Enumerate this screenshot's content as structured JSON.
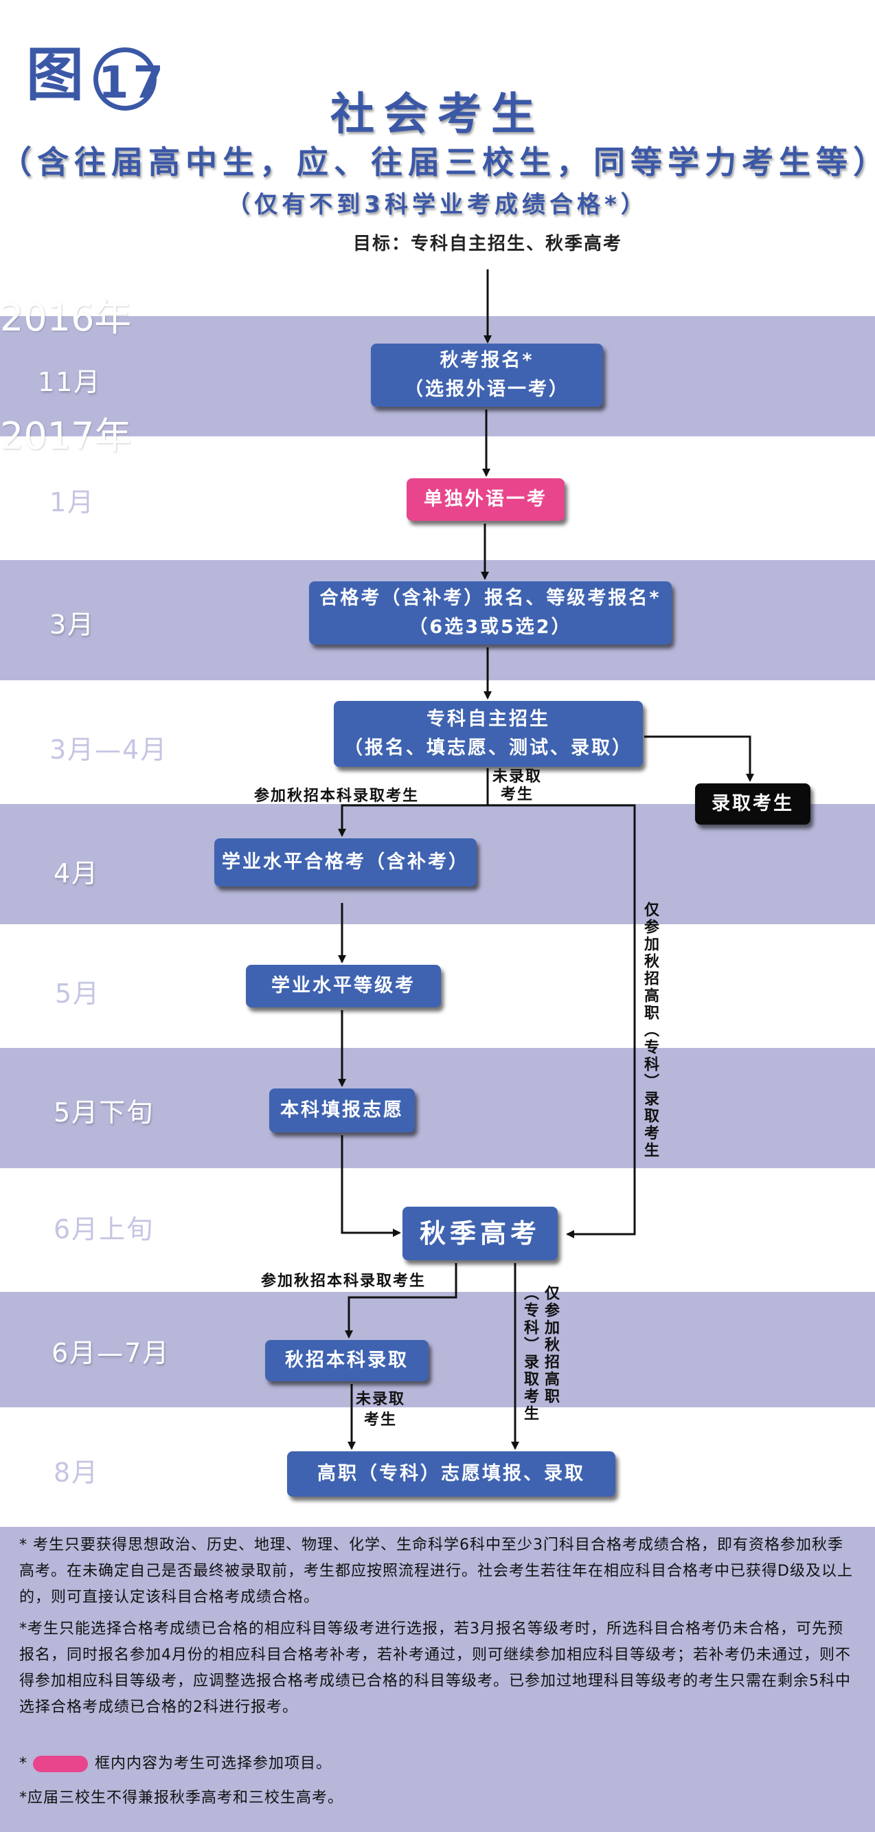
{
  "figure": {
    "label": "图",
    "number": "17"
  },
  "titles": {
    "main": "社会考生",
    "subtitle": "（含往届高中生，应、往届三校生，同等学力考生等）",
    "condition": "（仅有不到3科学业考成绩合格*）",
    "target": "目标：专科自主招生、秋季高考"
  },
  "years": [
    "2016年",
    "2017年"
  ],
  "months": [
    "11月",
    "1月",
    "3月",
    "3月—4月",
    "4月",
    "5月",
    "5月下旬",
    "6月上旬",
    "6月—7月",
    "8月"
  ],
  "boxes": {
    "autumn_reg": {
      "line1": "秋考报名*",
      "line2": "（选报外语一考）"
    },
    "foreign": "单独外语一考",
    "qual_reg": {
      "line1": "合格考（含补考）报名、等级考报名*",
      "line2": "（6选3或5选2）"
    },
    "self_enroll": {
      "line1": "专科自主招生",
      "line2": "（报名、填志愿、测试、录取）"
    },
    "admitted": "录取考生",
    "qual_exam": "学业水平合格考（含补考）",
    "level_exam": "学业水平等级考",
    "bachelor_wish": "本科填报志愿",
    "gaokao": "秋季高考",
    "bachelor_admit": "秋招本科录取",
    "vocational": "高职（专科）志愿填报、录取"
  },
  "labels": {
    "join_bachelor_1": "参加秋招本科录取考生",
    "not_admitted_1": "未录取考生",
    "only_vocational_1": "仅参加秋招高职（专科）录取考生",
    "join_bachelor_2": "参加秋招本科录取考生",
    "not_admitted_2": "未录取考生",
    "only_vocational_2": "仅参加秋招高职（专科）录取考生"
  },
  "notes": {
    "n1": "* 考生只要获得思想政治、历史、地理、物理、化学、生命科学6科中至少3门科目合格考成绩合格，即有资格参加秋季高考。在未确定自己是否最终被录取前，考生都应按照流程进行。社会考生若往年在相应科目合格考中已获得D级及以上的，则可直接认定该科目合格考成绩合格。",
    "n2": "*考生只能选择合格考成绩已合格的相应科目等级考进行选报，若3月报名等级考时，所选科目合格考仍未合格，可先预报名，同时报名参加4月份的相应科目合格考补考，若补考通过，则可继续参加相应科目等级考；若补考仍未通过，则不得参加相应科目等级考，应调整选报合格考成绩已合格的科目等级考。已参加过地理科目等级考的考生只需在剩余5科中选择合格考成绩已合格的2科进行报考。",
    "legend": "框内内容为考生可选择参加项目。",
    "n4": "*应届三校生不得兼报秋季高考和三校生高考。"
  },
  "colors": {
    "box_blue": "#3f63b0",
    "box_pink": "#e8458c",
    "box_black": "#0a0a0a",
    "band": "#b7b7da",
    "title_blue": "#3b58a7"
  }
}
